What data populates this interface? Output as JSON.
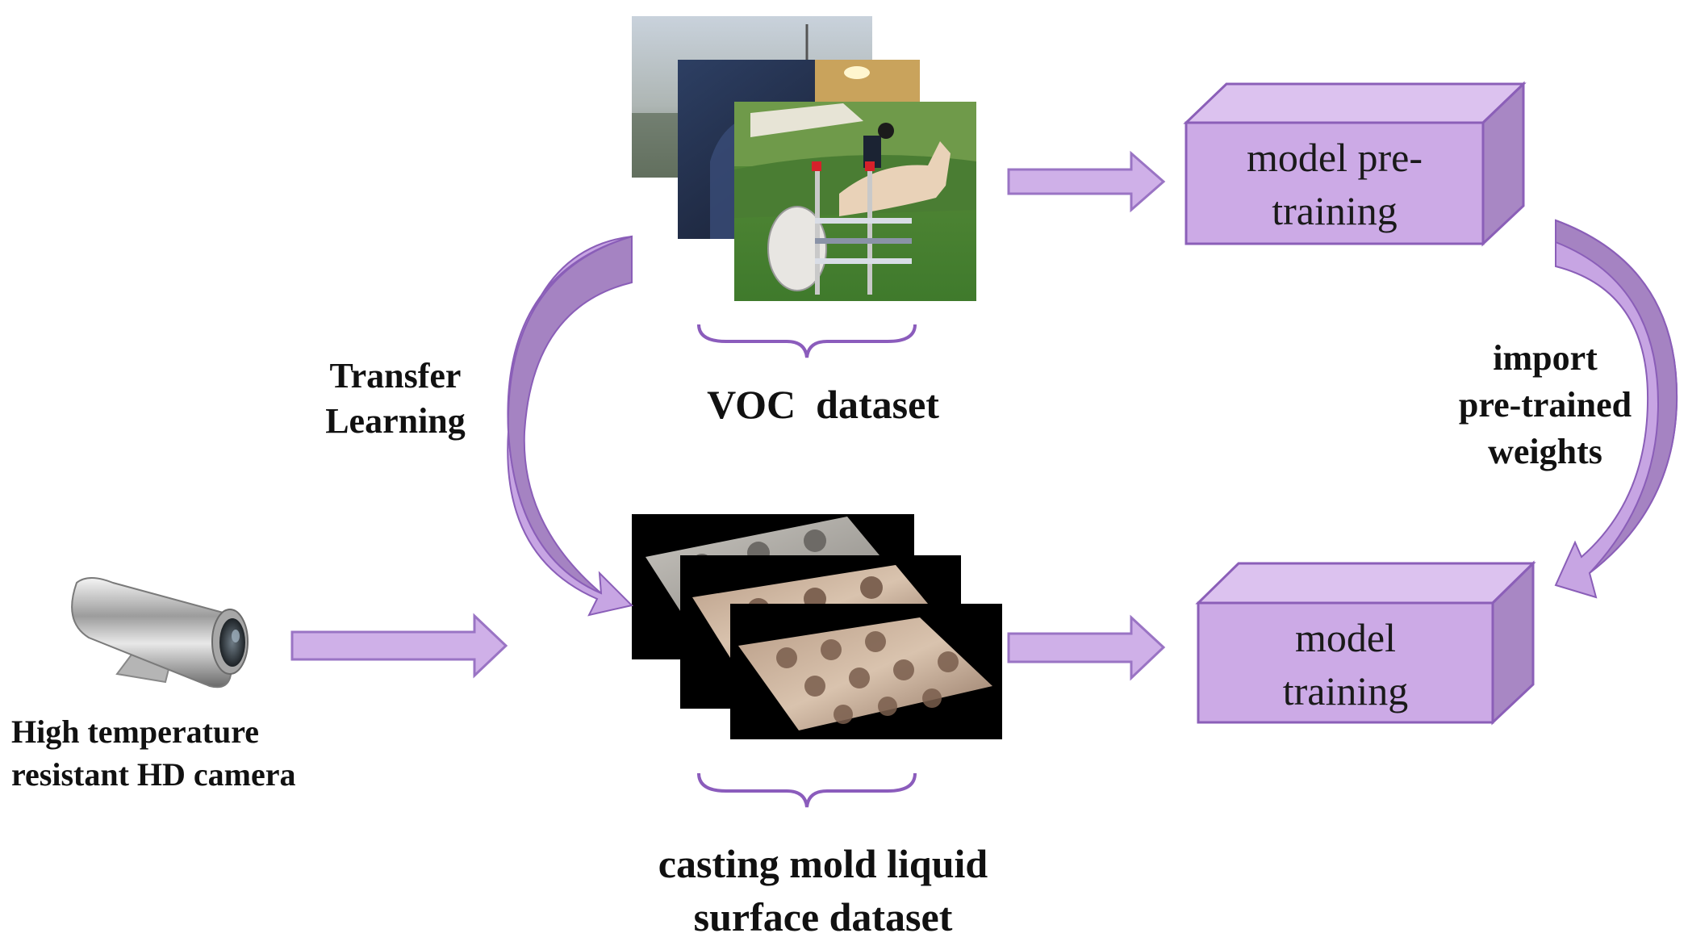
{
  "colors": {
    "box_front": "#ccaae6",
    "box_top": "#dcc2ef",
    "box_side": "#a887c4",
    "box_stroke": "#8b5fb8",
    "arrow_fill": "#cfb0e8",
    "arrow_stroke": "#9a74c4",
    "curve_fill": "#c7a5e3",
    "curve_dark": "#a583c2",
    "brace": "#8b5cbc"
  },
  "labels": {
    "model_pretraining": [
      "model pre-",
      "training"
    ],
    "model_training": [
      "model",
      "training"
    ],
    "transfer_learning": [
      "Transfer",
      "Learning"
    ],
    "voc_dataset": "VOC  dataset",
    "import_weights": [
      "import",
      "pre-trained",
      "weights"
    ],
    "camera": [
      "High temperature",
      "resistant HD camera"
    ],
    "casting_dataset": [
      "casting mold liquid",
      "surface dataset"
    ]
  },
  "icons": {
    "camera": "camera-icon",
    "voc_images": "photo-stack-icon",
    "casting_images": "mold-surface-stack-icon"
  }
}
